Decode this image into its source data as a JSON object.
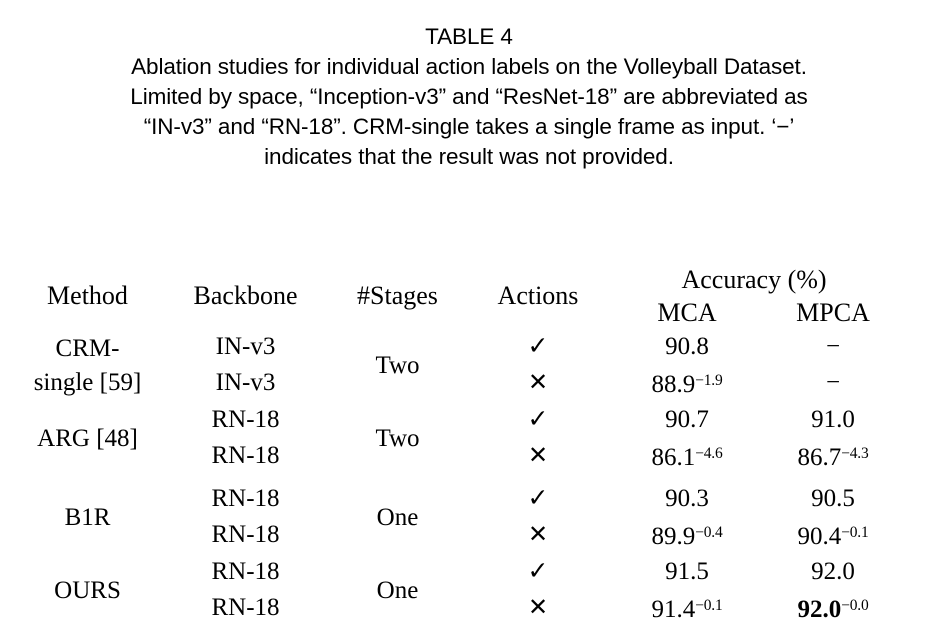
{
  "caption": {
    "lines": [
      "TABLE 4",
      "Ablation studies for individual action labels on the Volleyball Dataset.",
      "Limited by space, “Inception-v3” and “ResNet-18” are abbreviated as",
      "“IN-v3” and “RN-18”. CRM-single takes a single frame as input. ‘−’",
      "indicates that the result was not provided."
    ]
  },
  "table": {
    "headers": {
      "method": "Method",
      "backbone": "Backbone",
      "stages": "#Stages",
      "actions": "Actions",
      "accuracy_group": "Accuracy (%)",
      "mca": "MCA",
      "mpca": "MPCA"
    },
    "blocks": [
      {
        "groups": [
          {
            "method": "CRM-\nsingle [59]",
            "method_line1": "CRM-",
            "method_line2": "single [59]",
            "stages": "Two",
            "rows": [
              {
                "backbone": "IN-v3",
                "actions": "✓",
                "mca": "90.8",
                "mca_sup": "",
                "mca_bold": true,
                "mpca": "−",
                "mpca_sup": "",
                "mpca_bold": false
              },
              {
                "backbone": "IN-v3",
                "actions": "✕",
                "mca": "88.9",
                "mca_sup": "−1.9",
                "mca_bold": false,
                "mpca": "−",
                "mpca_sup": "",
                "mpca_bold": false
              }
            ]
          },
          {
            "method": "ARG [48]",
            "method_line1": "ARG [48]",
            "method_line2": "",
            "stages": "Two",
            "rows": [
              {
                "backbone": "RN-18",
                "actions": "✓",
                "mca": "90.7",
                "mca_sup": "",
                "mca_bold": true,
                "mpca": "91.0",
                "mpca_sup": "",
                "mpca_bold": true
              },
              {
                "backbone": "RN-18",
                "actions": "✕",
                "mca": "86.1",
                "mca_sup": "−4.6",
                "mca_bold": false,
                "mpca": "86.7",
                "mpca_sup": "−4.3",
                "mpca_bold": false
              }
            ]
          }
        ]
      },
      {
        "groups": [
          {
            "method": "B1R",
            "method_line1": "B1R",
            "method_line2": "",
            "stages": "One",
            "rows": [
              {
                "backbone": "RN-18",
                "actions": "✓",
                "mca": "90.3",
                "mca_sup": "",
                "mca_bold": true,
                "mpca": "90.5",
                "mpca_sup": "",
                "mpca_bold": true
              },
              {
                "backbone": "RN-18",
                "actions": "✕",
                "mca": "89.9",
                "mca_sup": "−0.4",
                "mca_bold": false,
                "mpca": "90.4",
                "mpca_sup": "−0.1",
                "mpca_bold": false
              }
            ]
          },
          {
            "method": "OURS",
            "method_line1": "OURS",
            "method_line2": "",
            "stages": "One",
            "rows": [
              {
                "backbone": "RN-18",
                "actions": "✓",
                "mca": "91.5",
                "mca_sup": "",
                "mca_bold": true,
                "mpca": "92.0",
                "mpca_sup": "",
                "mpca_bold": true
              },
              {
                "backbone": "RN-18",
                "actions": "✕",
                "mca": "91.4",
                "mca_sup": "−0.1",
                "mca_bold": false,
                "mpca": "92.0",
                "mpca_sup": "−0.0",
                "mpca_bold": true
              }
            ]
          }
        ]
      }
    ]
  }
}
